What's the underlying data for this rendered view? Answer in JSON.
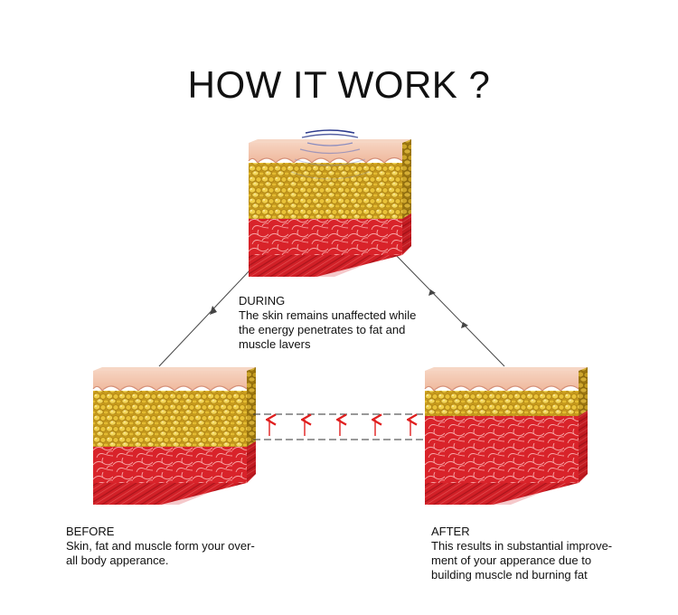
{
  "title": "HOW IT WORK ?",
  "during": {
    "heading": "DURING",
    "lines": [
      "The skin remains unaffected while",
      "the energy penetrates to fat and",
      "muscle lavers"
    ]
  },
  "before": {
    "heading": "BEFORE",
    "lines": [
      "Skin, fat and muscle form your over-",
      "all body apperance."
    ]
  },
  "after": {
    "heading": "AFTER",
    "lines": [
      "This results in substantial improve-",
      "ment of your apperance due to",
      "building muscle nd burning fat"
    ]
  },
  "colors": {
    "skin": "#f2c2a8",
    "skin_top": "#f6d6c4",
    "fat": "#e8c43a",
    "fat_dark": "#b8901a",
    "muscle": "#d9232a",
    "muscle_dark": "#a8131a",
    "arrow": "#e01e1e",
    "line": "#444444"
  },
  "icons": {
    "energy_waves": "energy-waves-icon",
    "up_arrow": "up-arrow-icon"
  },
  "muscle_gain_arrows": 5
}
